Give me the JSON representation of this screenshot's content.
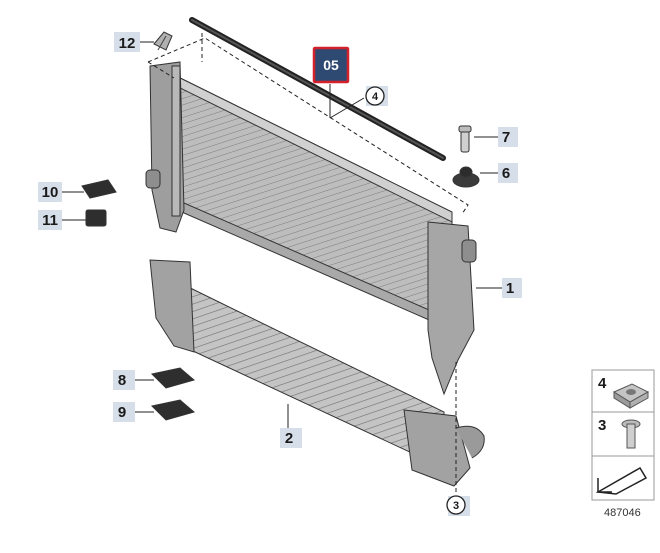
{
  "diagram": {
    "selected_badge": "05",
    "callouts": [
      {
        "id": "c12",
        "label": "12"
      },
      {
        "id": "c4",
        "label": "4"
      },
      {
        "id": "c7",
        "label": "7"
      },
      {
        "id": "c6",
        "label": "6"
      },
      {
        "id": "c10",
        "label": "10"
      },
      {
        "id": "c11",
        "label": "11"
      },
      {
        "id": "c1",
        "label": "1"
      },
      {
        "id": "c8",
        "label": "8"
      },
      {
        "id": "c9",
        "label": "9"
      },
      {
        "id": "c2",
        "label": "2"
      },
      {
        "id": "c3",
        "label": "3"
      }
    ],
    "legend": {
      "item_4": "4",
      "item_3": "3",
      "reference_number": "487046"
    },
    "colors": {
      "selection_fill": "#2f4a72",
      "selection_border": "#d4202a",
      "callout_bg": "#d6deea"
    }
  }
}
